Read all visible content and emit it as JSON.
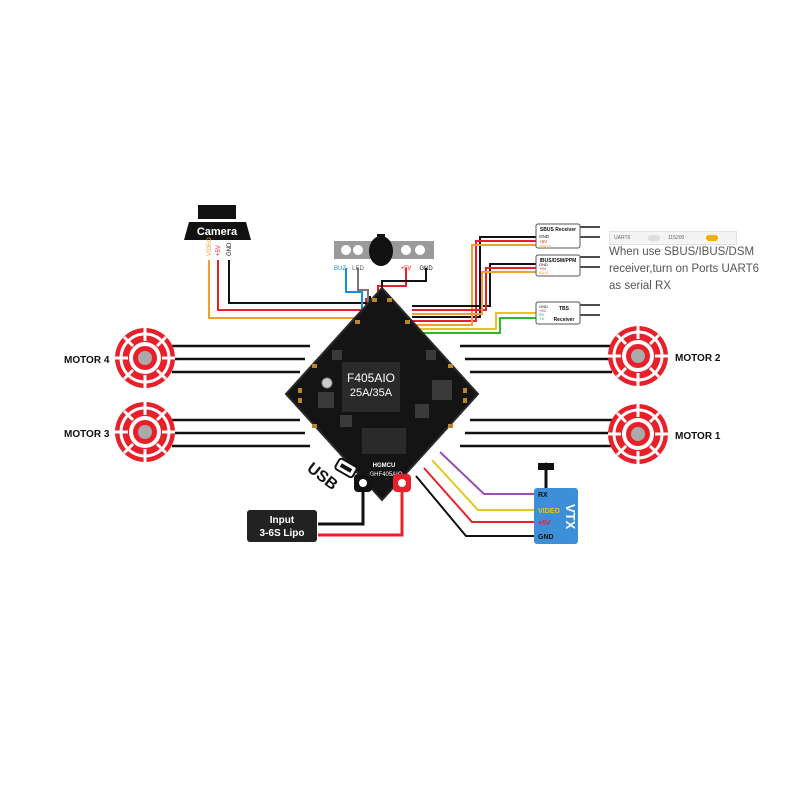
{
  "camera": {
    "label": "Camera",
    "pins": [
      "VIDEO",
      "+5V",
      "GND"
    ]
  },
  "buzzer": {
    "pins": [
      "BUZ-",
      "LED",
      "+5V",
      "GND"
    ]
  },
  "receivers": {
    "sbus": {
      "label": "SBUS Receiver",
      "pins": [
        "GND",
        "+5V",
        "SBUS"
      ]
    },
    "ibus": {
      "label": "IBUS/DSM/PPM",
      "pins": [
        "GND",
        "+5V",
        "IBUS"
      ]
    },
    "tbs": {
      "label_top": "TBS",
      "label_bottom": "Receiver",
      "pins": [
        "GND",
        "+5V",
        "RX",
        "TX"
      ]
    }
  },
  "uart_strip": {
    "port": "UART6",
    "baud": "115200"
  },
  "note": {
    "lines": [
      "When use SBUS/IBUS/DSM",
      "receiver,turn on Ports UART6",
      "as serial RX"
    ]
  },
  "motors": {
    "m1": "MOTOR 1",
    "m2": "MOTOR 2",
    "m3": "MOTOR 3",
    "m4": "MOTOR 4"
  },
  "board": {
    "model_line1": "F405AIO",
    "model_line2": "25A/35A",
    "brand": "HGMCU",
    "code": "GHF405AIO"
  },
  "usb": {
    "label": "USB"
  },
  "battery": {
    "line1": "Input",
    "line2": "3-6S Lipo"
  },
  "vtx": {
    "label": "VTX",
    "pins": [
      "RX",
      "VIDEO",
      "+5V",
      "GND"
    ]
  },
  "colors": {
    "red": "#e8202a",
    "black": "#111111",
    "orange": "#f0a030",
    "yellow": "#e8c51c",
    "purple": "#9b4fb0",
    "blue": "#1a8fd6",
    "green": "#2eb82e",
    "vtx_blue": "#3d8fd8"
  }
}
